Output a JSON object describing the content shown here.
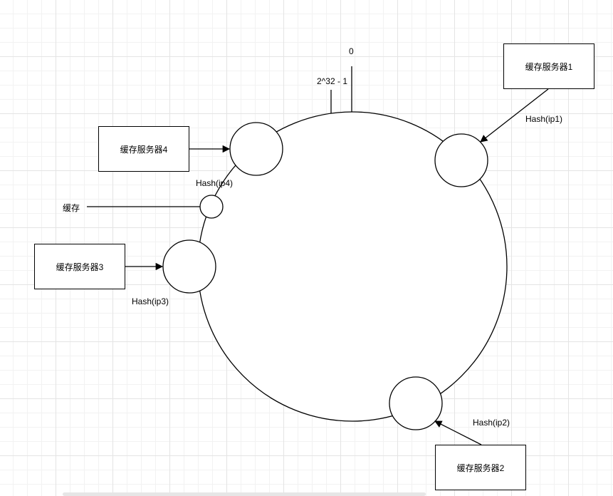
{
  "ring": {
    "label_zero": "0",
    "label_max": "2^32 - 1"
  },
  "servers": [
    {
      "label": "缓存服务器1",
      "hash_label": "Hash(ip1)"
    },
    {
      "label": "缓存服务器2",
      "hash_label": "Hash(ip2)"
    },
    {
      "label": "缓存服务器3",
      "hash_label": "Hash(ip3)"
    },
    {
      "label": "缓存服务器4",
      "hash_label": "Hash(ip4)"
    }
  ],
  "cache": {
    "label": "缓存"
  }
}
